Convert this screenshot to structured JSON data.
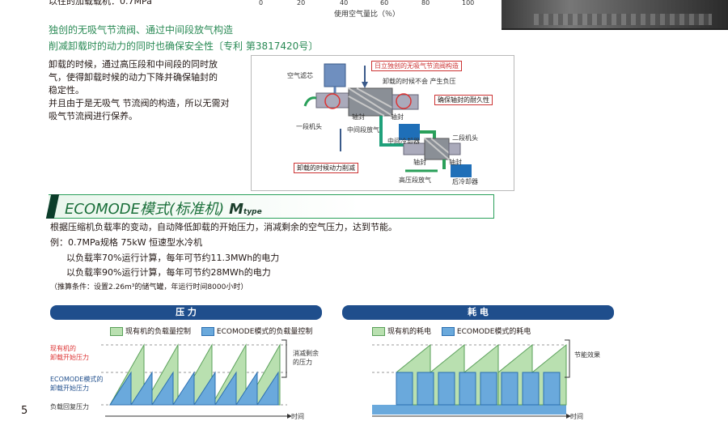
{
  "top": {
    "cutoff_text": "以往的加载载机：0.7MPa",
    "axis_ticks": [
      "0",
      "20",
      "40",
      "60",
      "80",
      "100"
    ],
    "axis_label": "使用空气量比（％）"
  },
  "section1": {
    "title_line1": "独创的无吸气节流阀、通过中间段放气构造",
    "title_line2": "削减卸载时的动力的同时也确保安全性〔专利 第3817420号〕",
    "para1_lines": [
      "卸载的时候，通过高压段和中间段的同时放",
      "气，使得卸载时候的动力下降并确保轴封的",
      "稳定性。"
    ],
    "para2_lines": [
      "并且由于是无吸气 节流阀的构造，所以无需对",
      "吸气节流阀进行保养。"
    ]
  },
  "diagram": {
    "callout_top": "日立独创的无吸气节流阀构造",
    "label_air_filter": "空气滤芯",
    "label_no_negative_pressure": "卸载的时候不会 产生负压",
    "callout_shaft_seal": "确保轴封的耐久性",
    "label_shaft_seal_1": "轴封",
    "label_shaft_seal_2": "轴封",
    "label_stage1": "一段机头",
    "label_mid_vent": "中间段放气",
    "label_mid_cooler": "中间冷却器",
    "label_stage2": "二段机头",
    "label_shaft_seal_3": "轴封",
    "label_shaft_seal_4": "轴封",
    "callout_power_reduce": "卸载的时候动力削减",
    "label_high_vent": "高压段放气",
    "label_after_cooler": "后冷却器"
  },
  "eco": {
    "title": "ECOMODE模式(标准机)",
    "m_letter": "M",
    "m_sub": "type",
    "desc": "根据压缩机负载率的变动，自动降低卸载的开始压力，消减剩余的空气压力，达到节能。",
    "example": "例：0.7MPa规格 75kW 恒速型水冷机",
    "line70": "以负载率70%运行计算，每年可节约11.3MWh的电力",
    "line90": "以负载率90%运行计算，每年可节约28MWh的电力",
    "note": "（推算条件：设置2.26m³的储气罐，年运行时间8000小时）"
  },
  "pressure_chart": {
    "header": "压 力",
    "legend_existing": "现有机的负载量控制",
    "legend_eco": "ECOMODE模式的负载量控制",
    "ylabel_existing_1": "现有机的",
    "ylabel_existing_2": "卸载开始压力",
    "ylabel_eco_1": "ECOMODE模式的",
    "ylabel_eco_2": "卸载开始压力",
    "ylabel_reload": "负载回复压力",
    "bracket_1": "消减剩余",
    "bracket_2": "的压力",
    "xlabel": "时间",
    "colors": {
      "existing": "#b9e0b0",
      "eco": "#6aa9dc",
      "existing_stroke": "#5aa05a",
      "eco_stroke": "#2a6eb0"
    }
  },
  "power_chart": {
    "header": "耗 电",
    "legend_existing": "现有机的耗电",
    "legend_eco": "ECOMODE模式的耗电",
    "bracket": "节能效果",
    "xlabel": "时间"
  },
  "page_number": "5"
}
